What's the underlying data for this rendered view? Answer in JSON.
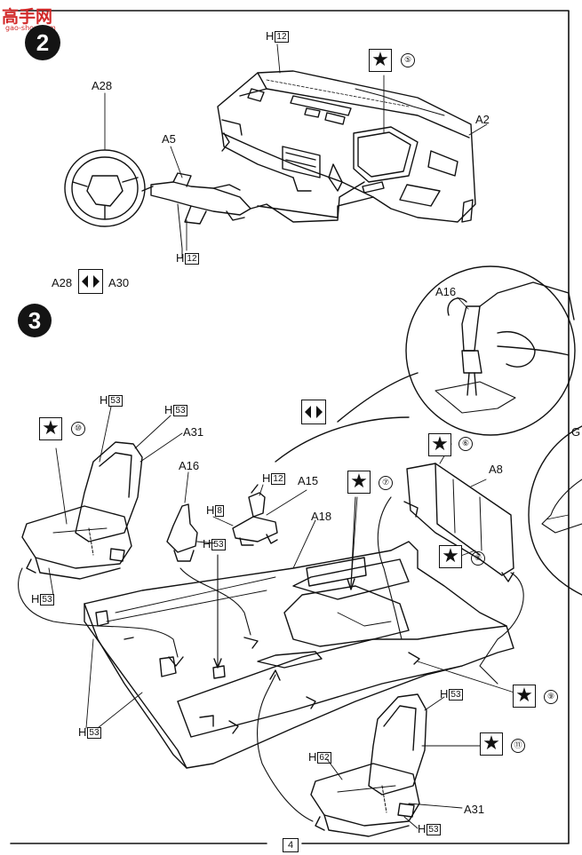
{
  "watermark": {
    "text": "高手网",
    "sub": "gao-shou.com"
  },
  "steps": {
    "two": "2",
    "three": "3"
  },
  "labels": {
    "h12_top": "H",
    "h12_top_n": "12",
    "a28_top": "A28",
    "a5": "A5",
    "a2": "A2",
    "h12_col": "H",
    "h12_col_n": "12",
    "a28_bottom": "A28",
    "a30": "A30",
    "a16_inset": "A16",
    "h53_a": "H",
    "h53_a_n": "53",
    "h53_b": "H",
    "h53_b_n": "53",
    "a31_left": "A31",
    "a16": "A16",
    "h12_mid": "H",
    "h12_mid_n": "12",
    "a15": "A15",
    "h8": "H",
    "h8_n": "8",
    "h53_c": "H",
    "h53_c_n": "53",
    "a18": "A18",
    "a8": "A8",
    "h53_d": "H",
    "h53_d_n": "53",
    "h53_e": "H",
    "h53_e_n": "53",
    "h53_f": "H",
    "h53_f_n": "53",
    "h62": "H",
    "h62_n": "62",
    "a31_right": "A31",
    "h53_g": "H",
    "h53_g_n": "53",
    "g_edge": "G"
  },
  "paint_refs": {
    "n5": "⑤",
    "n10": "⑩",
    "n6": "⑥",
    "n7": "⑦",
    "n8": "⑧",
    "n9": "⑨",
    "n11": "⑪"
  },
  "icons": {
    "star": "★",
    "paint": "paint-star-icon",
    "pair": "diamond-arrow-icon"
  },
  "page_number": "4"
}
